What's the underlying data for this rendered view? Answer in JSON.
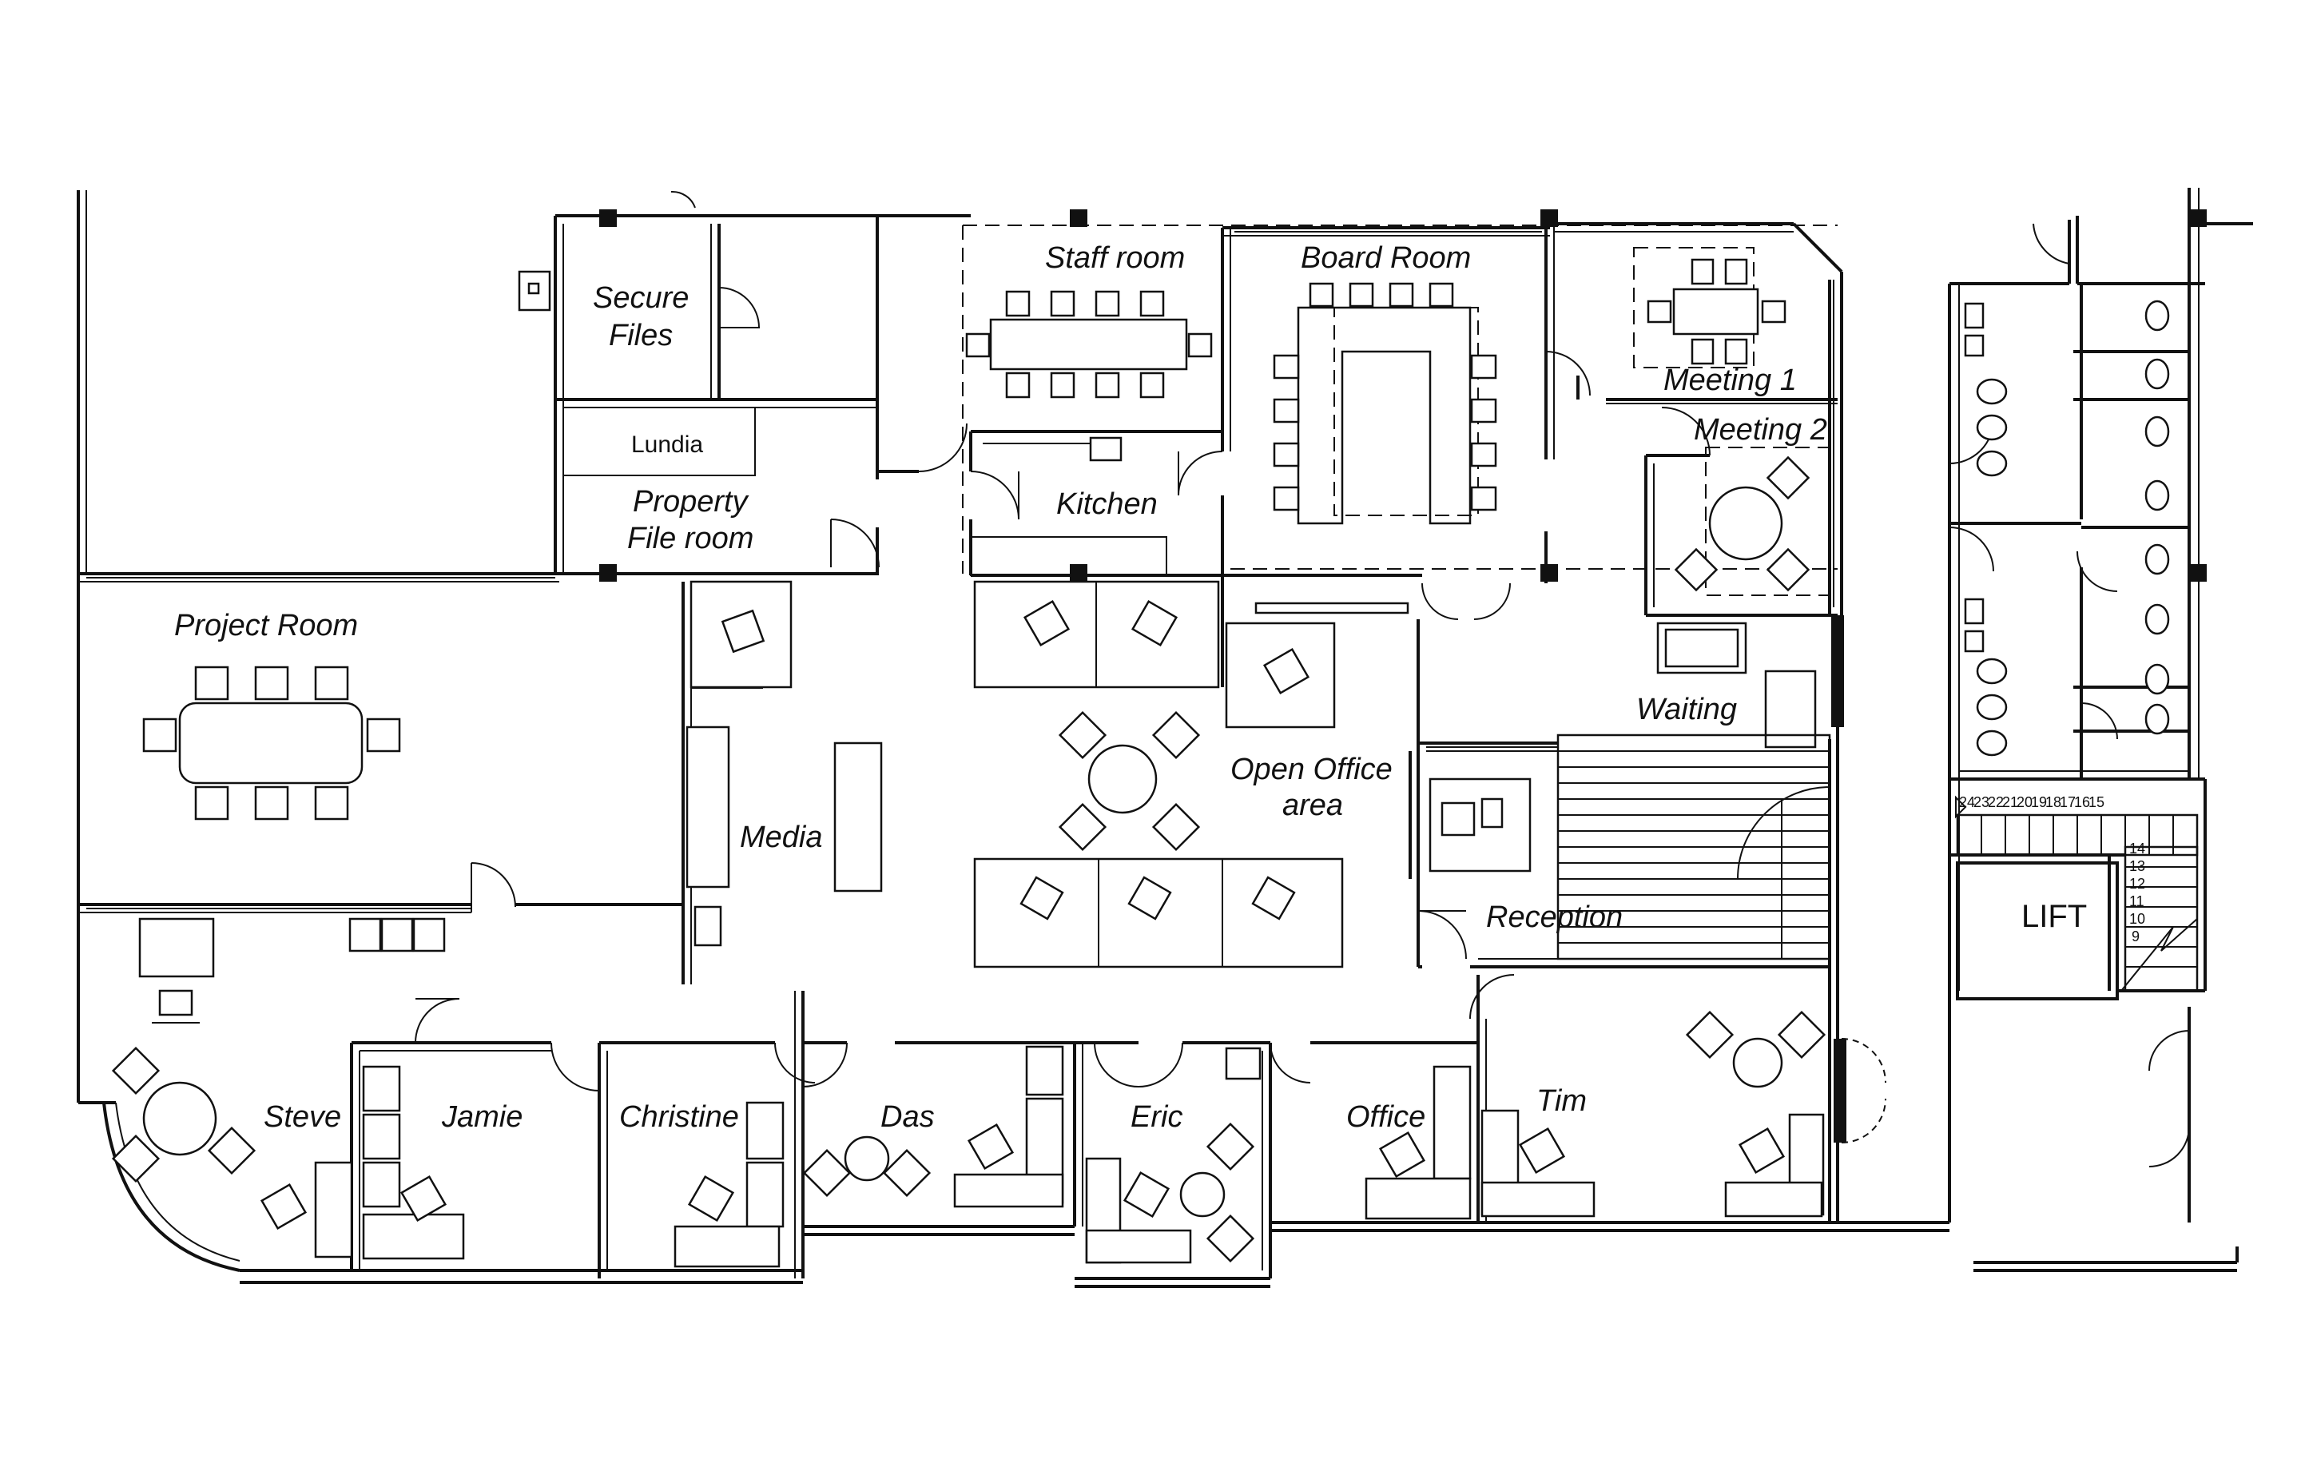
{
  "rooms": {
    "secure_files": [
      "Secure",
      "Files"
    ],
    "lundia": "Lundia",
    "property_file_room": [
      "Property",
      "File room"
    ],
    "staff_room": "Staff room",
    "board_room": "Board Room",
    "meeting_1": "Meeting 1",
    "meeting_2": "Meeting 2",
    "kitchen": "Kitchen",
    "project_room": "Project Room",
    "media": "Media",
    "open_office": [
      "Open Office",
      "area"
    ],
    "waiting": "Waiting",
    "reception": "Reception",
    "lift": "LIFT",
    "steve": "Steve",
    "jamie": "Jamie",
    "christine": "Christine",
    "das": "Das",
    "eric": "Eric",
    "office": "Office",
    "tim": "Tim"
  },
  "stairs": {
    "upper_flight": "2423222120191817161 5",
    "upper_numbers": [
      "24",
      "23",
      "22",
      "21",
      "20",
      "19",
      "18",
      "17",
      "16",
      "15"
    ],
    "lower_numbers": [
      "14",
      "13",
      "12",
      "11",
      "10",
      "9"
    ]
  }
}
